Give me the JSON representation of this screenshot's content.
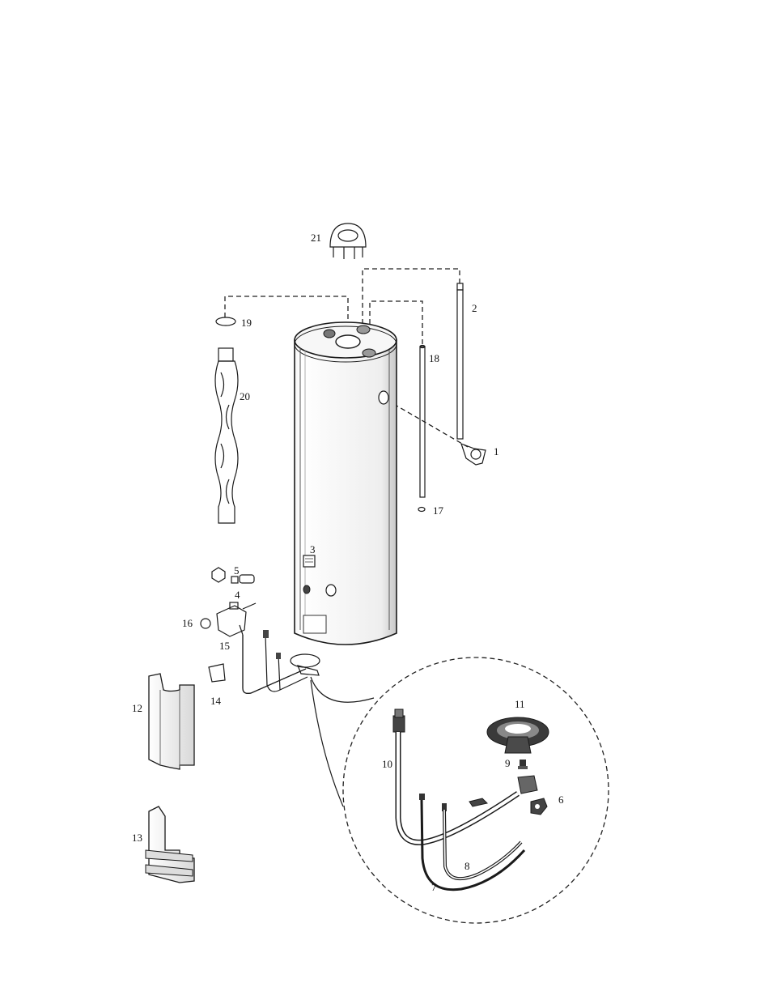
{
  "diagram": {
    "parts": [
      {
        "id": "1",
        "label": "1",
        "name": "drain-valve"
      },
      {
        "id": "2",
        "label": "2",
        "name": "anode-rod"
      },
      {
        "id": "3",
        "label": "3",
        "name": "rating-label"
      },
      {
        "id": "4",
        "label": "4",
        "name": "fitting"
      },
      {
        "id": "5",
        "label": "5",
        "name": "nut"
      },
      {
        "id": "6",
        "label": "6",
        "name": "manifold-bracket"
      },
      {
        "id": "7",
        "label": "7",
        "name": "thermocouple"
      },
      {
        "id": "8",
        "label": "8",
        "name": "pilot-tube"
      },
      {
        "id": "9",
        "label": "9",
        "name": "orifice"
      },
      {
        "id": "10",
        "label": "10",
        "name": "manifold-tube"
      },
      {
        "id": "11",
        "label": "11",
        "name": "burner"
      },
      {
        "id": "12",
        "label": "12",
        "name": "outer-door"
      },
      {
        "id": "13",
        "label": "13",
        "name": "inner-door"
      },
      {
        "id": "14",
        "label": "14",
        "name": "sight-glass"
      },
      {
        "id": "15",
        "label": "15",
        "name": "gas-control"
      },
      {
        "id": "16",
        "label": "16",
        "name": "plug"
      },
      {
        "id": "17",
        "label": "17",
        "name": "o-ring"
      },
      {
        "id": "18",
        "label": "18",
        "name": "dip-tube"
      },
      {
        "id": "19",
        "label": "19",
        "name": "baffle-ring"
      },
      {
        "id": "20",
        "label": "20",
        "name": "flue-baffle"
      },
      {
        "id": "21",
        "label": "21",
        "name": "draft-hood"
      }
    ]
  }
}
